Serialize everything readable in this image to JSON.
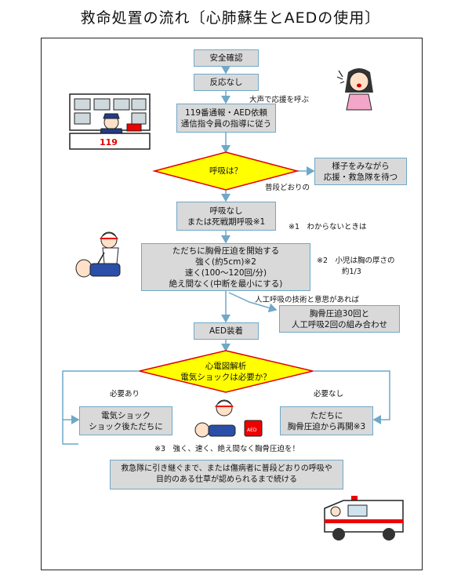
{
  "title": "救命処置の流れ〔心肺蘇生とAEDの使用〕",
  "nodes": {
    "safety": "安全確認",
    "no_response": "反応なし",
    "call_line1": "119番通報・AED依頼",
    "call_line2": "通信指令員の指導に従う",
    "breathing": "呼吸は？",
    "wait_line1": "様子をみながら",
    "wait_line2": "応援・救急隊を待つ",
    "no_breath_line1": "呼吸なし",
    "no_breath_line2": "または死戦期呼吸※1",
    "cpr_line1": "ただちに胸骨圧迫を開始する",
    "cpr_line2": "強く(約5cm)※2",
    "cpr_line3": "速く(100～120回/分)",
    "cpr_line4": "絶え間なく(中断を最小にする)",
    "combo_line1": "胸骨圧迫30回と",
    "combo_line2": "人工呼吸2回の組み合わせ",
    "aed": "AED装着",
    "ecg_line1": "心電図解析",
    "ecg_line2": "電気ショックは必要か？",
    "shock_line1": "電気ショック",
    "shock_line2": "ショック後ただちに",
    "resume_line1": "ただちに",
    "resume_line2": "胸骨圧迫から再開※3",
    "continue_line1": "救急隊に引き継ぐまで、または傷病者に普段どおりの呼吸や",
    "continue_line2": "目的のある仕草が認められるまで続ける"
  },
  "labels": {
    "shout": "大声で応援を呼ぶ",
    "normal_breath": "普段どおりの",
    "note1": "※1　わからないときは",
    "note2_line1": "※2　小児は胸の厚さの",
    "note2_line2": "約1/3",
    "rescue_breath": "人工呼吸の技術と意思があれば",
    "needed": "必要あり",
    "not_needed": "必要なし",
    "note3": "※3　強く、速く、絶え間なく胸骨圧迫を！"
  },
  "illustrations": {
    "dispatcher_sign": "119",
    "aed_label": "AED"
  },
  "colors": {
    "box_fill": "#d9d9d9",
    "box_border": "#6fa8c8",
    "diamond_fill": "#ffff00",
    "diamond_border": "#e00000",
    "arrow": "#6fa8c8"
  }
}
